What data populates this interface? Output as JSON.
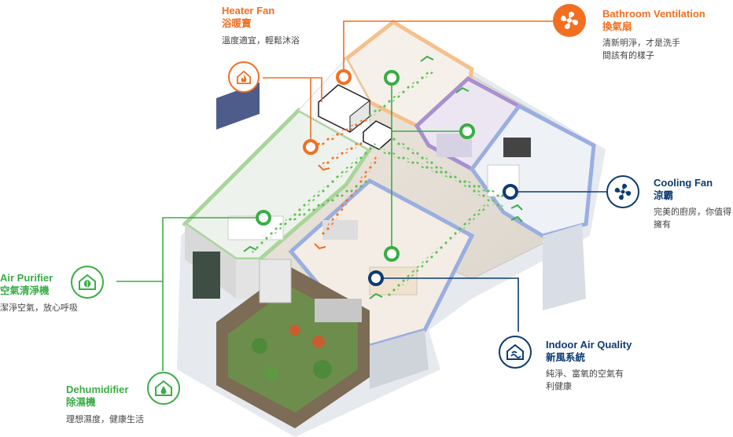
{
  "colors": {
    "orange": "#f26f21",
    "green": "#3aad46",
    "blue": "#0d3b73"
  },
  "heater": {
    "en": "Heater Fan",
    "zh": "浴暖寶",
    "desc": "溫度適宜，輕鬆沐浴",
    "icon": "heater-icon"
  },
  "ventilation": {
    "en": "Bathroom Ventilation",
    "zh": "換氣扇",
    "desc1": "清新明淨，才是洗手",
    "desc2": "間該有的樣子",
    "icon": "fan-icon"
  },
  "cooling": {
    "en": "Cooling Fan",
    "zh": "涼霸",
    "desc1": "完美的廚房，你值得",
    "desc2": "擁有",
    "icon": "propeller-fan-icon"
  },
  "indoor": {
    "en": "Indoor Air Quality",
    "zh": "新風系統",
    "desc1": "純淨、富氧的空氣有",
    "desc2": "利健康",
    "icon": "house-air-icon"
  },
  "purifier": {
    "en": "Air Purifier",
    "zh": "空氣清淨機",
    "desc": "潔淨空氣，放心呼吸",
    "icon": "house-leaf-icon"
  },
  "dehumid": {
    "en": "Dehumidifier",
    "zh": "除濕機",
    "desc": "理想濕度，健康生活",
    "icon": "house-drop-icon"
  }
}
